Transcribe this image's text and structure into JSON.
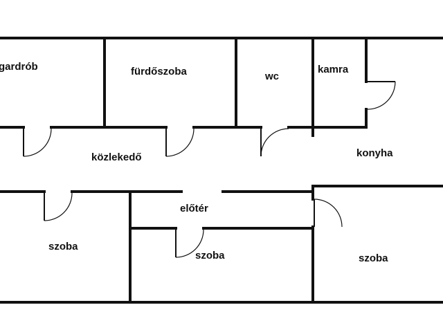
{
  "rooms": {
    "gardrob": "gardrób",
    "furdoszoba": "fürdőszoba",
    "wc": "wc",
    "kamra": "kamra",
    "kozlekedo": "közlekedő",
    "konyha": "konyha",
    "eloter": "előtér",
    "szoba_left": "szoba",
    "szoba_middle": "szoba",
    "szoba_right": "szoba"
  },
  "colors": {
    "wall": "#111111",
    "background": "#ffffff"
  }
}
